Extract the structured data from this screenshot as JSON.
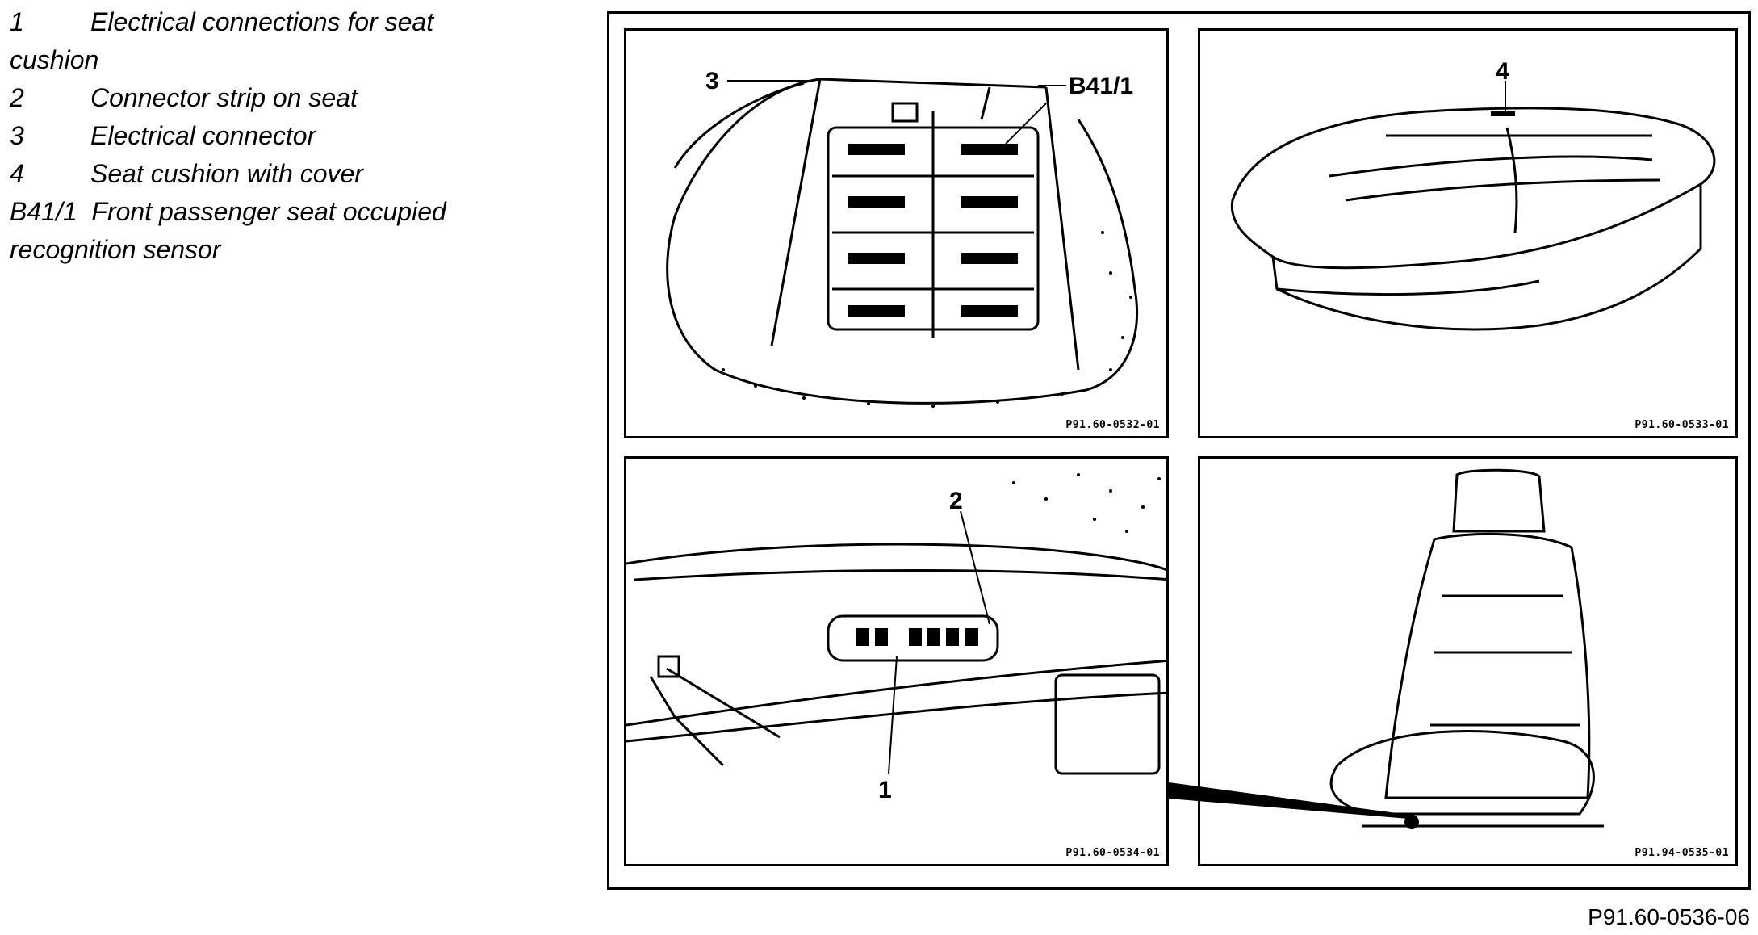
{
  "legend": [
    {
      "num": "1",
      "text": "Electrical connections for seat"
    },
    {
      "num": "",
      "text": "cushion"
    },
    {
      "num": "2",
      "text": "Connector strip on seat"
    },
    {
      "num": "3",
      "text": "Electrical connector"
    },
    {
      "num": "4",
      "text": "Seat cushion with cover"
    },
    {
      "num": "B41/1",
      "text": "Front passenger seat occupied"
    },
    {
      "num": "",
      "text": "recognition sensor"
    }
  ],
  "panels": {
    "top_left": {
      "code": "P91.60-0532-01",
      "callouts": {
        "c3": "3",
        "cb": "B41/1"
      }
    },
    "top_right": {
      "code": "P91.60-0533-01",
      "callouts": {
        "c4": "4"
      }
    },
    "bottom_left": {
      "code": "P91.60-0534-01",
      "callouts": {
        "c2": "2",
        "c1": "1"
      }
    },
    "bottom_right": {
      "code": "P91.94-0535-01"
    }
  },
  "figure_code": "P91.60-0536-06"
}
